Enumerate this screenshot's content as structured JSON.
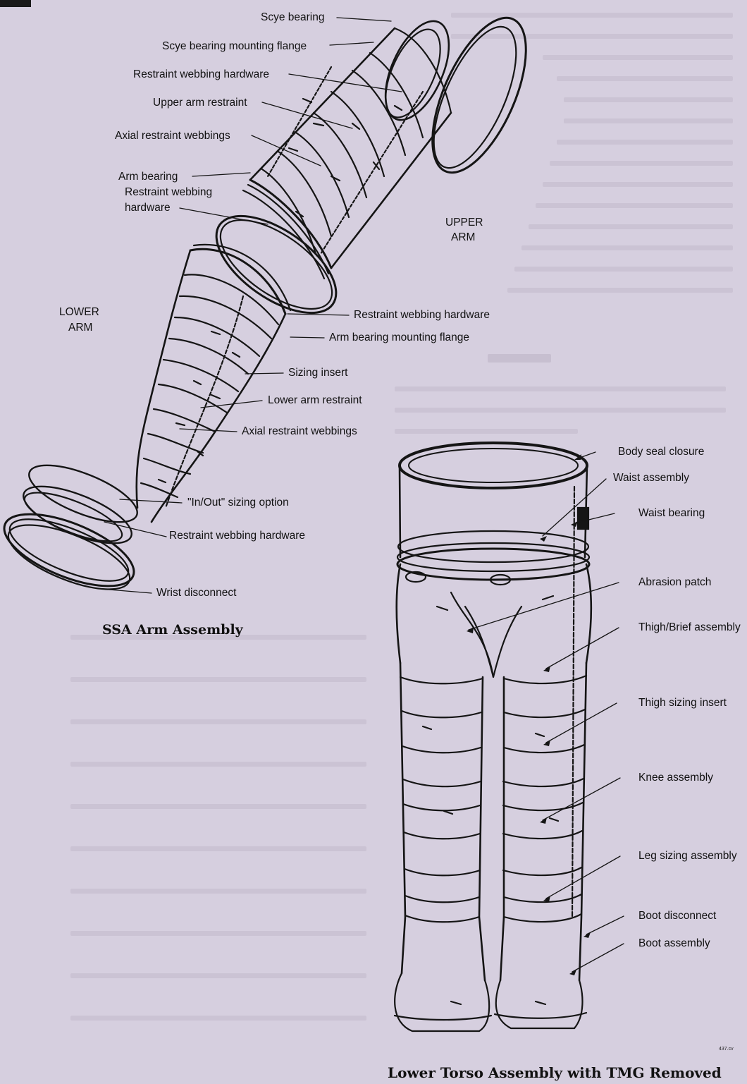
{
  "arm": {
    "labels": {
      "scye_bearing": "Scye bearing",
      "scye_bearing_flange": "Scye bearing mounting flange",
      "restraint_webbing_hardware_1": "Restraint webbing hardware",
      "upper_arm_restraint": "Upper arm restraint",
      "axial_restraint_webbings_1": "Axial restraint webbings",
      "arm_bearing": "Arm bearing",
      "restraint_webbing_hardware_2_line1": "Restraint webbing",
      "restraint_webbing_hardware_2_line2": "hardware",
      "upper_arm_line1": "UPPER",
      "upper_arm_line2": "ARM",
      "lower_arm_line1": "LOWER",
      "lower_arm_line2": "ARM",
      "restraint_webbing_hardware_3": "Restraint webbing hardware",
      "arm_bearing_flange": "Arm bearing mounting flange",
      "sizing_insert": "Sizing insert",
      "lower_arm_restraint": "Lower arm restraint",
      "axial_restraint_webbings_2": "Axial restraint webbings",
      "in_out_sizing": "\"In/Out\" sizing option",
      "restraint_webbing_hardware_4": "Restraint webbing hardware",
      "wrist_disconnect": "Wrist disconnect"
    },
    "caption": "SSA Arm Assembly"
  },
  "torso": {
    "labels": {
      "body_seal_closure": "Body seal closure",
      "waist_assembly": "Waist assembly",
      "waist_bearing": "Waist bearing",
      "abrasion_patch": "Abrasion patch",
      "thigh_brief": "Thigh/Brief assembly",
      "thigh_sizing_insert": "Thigh sizing insert",
      "knee_assembly": "Knee assembly",
      "leg_sizing_assembly": "Leg sizing assembly",
      "boot_disconnect": "Boot disconnect",
      "boot_assembly": "Boot assembly"
    },
    "caption": "Lower Torso Assembly with TMG Removed",
    "figure_mark": "437.cv"
  }
}
